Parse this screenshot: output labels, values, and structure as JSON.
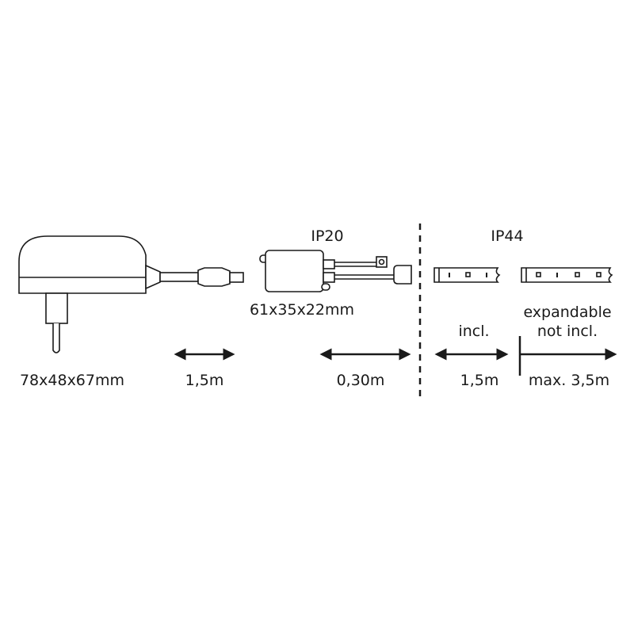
{
  "power_adapter": {
    "dimensions": "78x48x67mm",
    "cable_length": "1,5m"
  },
  "controller": {
    "protection_class": "IP20",
    "dimensions": "61x35x22mm",
    "cable_length": "0,30m"
  },
  "led_strip": {
    "protection_class": "IP44",
    "included_label": "incl.",
    "included_length": "1,5m",
    "expandable_label_line1": "expandable",
    "expandable_label_line2": "not incl.",
    "max_length": "max. 3,5m"
  },
  "colors": {
    "stroke": "#1a1a1a",
    "background": "#ffffff"
  }
}
